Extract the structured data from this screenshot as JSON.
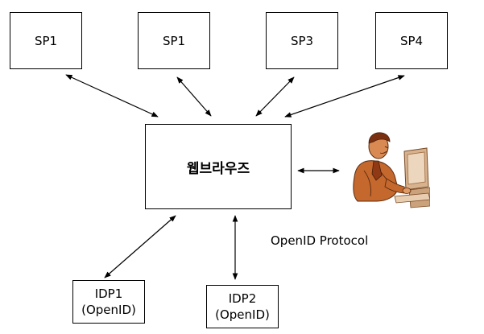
{
  "diagram": {
    "service_providers": [
      {
        "label": "SP1"
      },
      {
        "label": "SP1"
      },
      {
        "label": "SP3"
      },
      {
        "label": "SP4"
      }
    ],
    "browser": {
      "label": "웹브라우즈"
    },
    "identity_providers": [
      {
        "name": "IDP1",
        "type": "(OpenID)"
      },
      {
        "name": "IDP2",
        "type": "(OpenID)"
      }
    ],
    "protocol_label": "OpenID Protocol",
    "user_icon": "user-at-computer-icon",
    "colors": {
      "line": "#000000",
      "box_border": "#000000",
      "background": "#ffffff",
      "skin": "#c4682e",
      "hair": "#7a3010",
      "monitor": "#d7b28f"
    }
  }
}
